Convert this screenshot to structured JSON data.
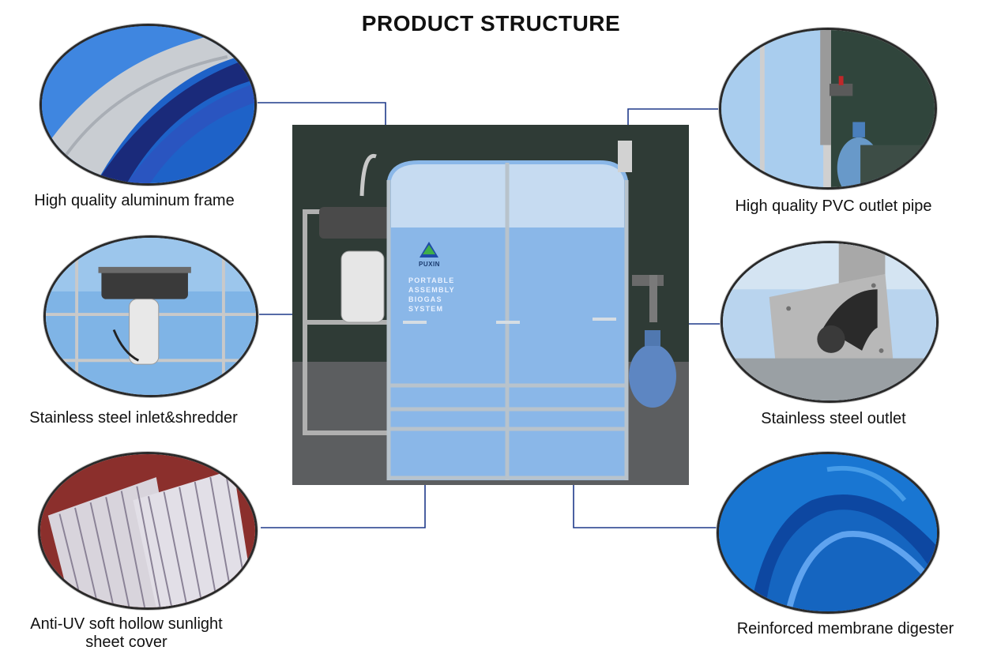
{
  "title": "PRODUCT STRUCTURE",
  "product": {
    "logo_text": "PUXIN",
    "name_lines": [
      "PORTABLE",
      "ASSEMBLY",
      "BIOGAS",
      "SYSTEM"
    ]
  },
  "callouts": [
    {
      "id": "aluminum-frame",
      "label": "High quality aluminum frame",
      "icon": "aluminum-frame-closeup"
    },
    {
      "id": "inlet-shredder",
      "label": "Stainless steel inlet&shredder",
      "icon": "inlet-shredder-closeup"
    },
    {
      "id": "sunlight-sheet",
      "label_lines": [
        "Anti-UV soft hollow sunlight",
        "sheet cover"
      ],
      "icon": "sunlight-sheet-closeup"
    },
    {
      "id": "pvc-outlet",
      "label": "High quality PVC outlet pipe",
      "icon": "pvc-pipe-closeup"
    },
    {
      "id": "steel-outlet",
      "label": "Stainless steel outlet",
      "icon": "steel-outlet-closeup"
    },
    {
      "id": "membrane-digester",
      "label": "Reinforced membrane digester",
      "icon": "membrane-closeup"
    }
  ],
  "colors": {
    "connector": "#1f3a8a",
    "panel_blue": "#6fa8e0",
    "membrane_blue": "#1565c0",
    "background": "#ffffff"
  }
}
